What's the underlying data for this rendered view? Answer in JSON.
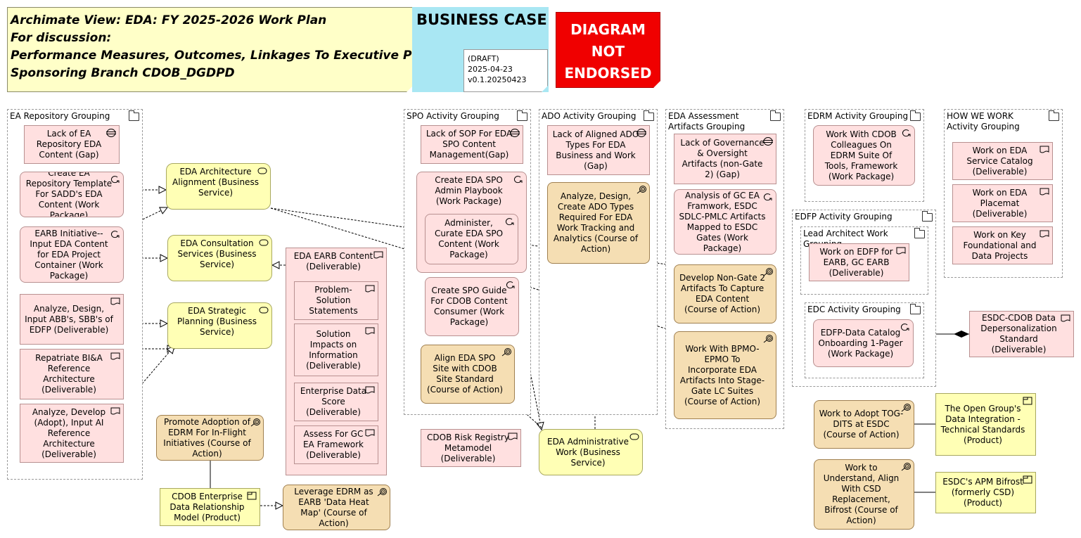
{
  "header": {
    "title_lines": [
      "Archimate View: EDA: FY 2025-2026 Work Plan",
      "For discussion:",
      "Performance Measures, Outcomes, Linkages To Executive Plans",
      "Sponsoring Branch CDOB_DGDPD"
    ],
    "business_case": "BUSINESS CASE",
    "draft_lines": [
      "(DRAFT)",
      "2025-04-23",
      "v0.1.20250423"
    ],
    "stamp_lines": [
      "DIAGRAM",
      "NOT",
      "ENDORSED"
    ]
  },
  "colors": {
    "pink": "#ffe0e0",
    "tan": "#f5deb3",
    "yellow": "#ffffb5",
    "cyan": "#a9e7f3",
    "stamp": "#f00000"
  },
  "groups": {
    "ea_repo": "EA Repository Grouping",
    "spo": "SPO Activity Grouping",
    "ado": "ADO Activity Grouping",
    "eda_assess": "EDA Assessment Artifacts Grouping",
    "edrm": "EDRM Activity Grouping",
    "how": "HOW WE WORK Activity Grouping",
    "edfp": "EDFP Activity Grouping",
    "lead": "Lead Architect Work Grouping",
    "edc": "EDC Activity Grouping"
  },
  "elements": {
    "lack_ea_repo": "Lack of EA Repository EDA Content (Gap)",
    "create_ea_template": "Create EA Repository Template For SADD's EDA Content (Work Package)",
    "earb_initiative": "EARB Initiative-- Input EDA Content for EDA Project Container (Work Package)",
    "analyze_abb": "Analyze, Design, Input ABB's, SBB's of EDFP (Deliverable)",
    "repatriate_bia": "Repatriate BI&A Reference Architecture (Deliverable)",
    "analyze_ai": "Analyze, Develop (Adopt), Input AI Reference Architecture (Deliverable)",
    "eda_arch_alignment": "EDA Architecture Alignment (Business Service)",
    "eda_consultation": "EDA Consultation Services (Business Service)",
    "eda_strategic": "EDA Strategic Planning (Business Service)",
    "eda_earb_content": "EDA EARB Content (Deliverable)",
    "problem_solution": "Problem-Solution Statements",
    "solution_impacts": "Solution Impacts on Information (Deliverable)",
    "enterprise_score": "Enterprise Data Score (Deliverable)",
    "assess_gc": "Assess For GC EA Framework (Deliverable)",
    "promote_edrm": "Promote Adoption of EDRM For In-Flight Initiatives (Course of Action)",
    "cdob_edrm_model": "CDOB Enterprise Data Relationship Model (Product)",
    "leverage_edrm": "Leverage EDRM as EARB 'Data Heat Map' (Course of Action)",
    "lack_sop": "Lack of SOP For EDA SPO Content Management(Gap)",
    "create_spo_playbook": "Create EDA SPO Admin Playbook (Work Package)",
    "administer_spo": "Administer, Curate EDA SPO Content (Work Package)",
    "create_spo_guide": "Create SPO Guide For CDOB Content Consumer (Work Package)",
    "align_spo": "Align EDA SPO Site with CDOB Site Standard (Course of Action)",
    "cdob_risk": "CDOB Risk Registry Metamodel (Deliverable)",
    "lack_ado": "Lack of Aligned ADO Types For EDA Business and Work (Gap)",
    "analyze_ado": "Analyze, Design, Create ADO Types Required For EDA Work Tracking and Analytics (Course of Action)",
    "eda_admin_work": "EDA Administrative Work (Business Service)",
    "lack_governance": "Lack of Governance & Oversight Artifacts (non-Gate 2) (Gap)",
    "analysis_gc_ea": "Analysis of GC EA Framwork, ESDC SDLC-PMLC Artifacts Mapped to ESDC Gates (Work Package)",
    "develop_non_gate2": "Develop Non-Gate 2 Artifacts To Capture EDA Content (Course of Action)",
    "work_bpmo": "Work With BPMO-EPMO To Incorporate EDA Artifacts Into Stage-Gate LC Suites (Course of Action)",
    "work_cdob_edrm": "Work With CDOB Colleagues On EDRM Suite Of Tools, Framework (Work Package)",
    "work_edfp": "Work on EDFP for EARB, GC EARB (Deliverable)",
    "edfp_data_catalog": "EDFP-Data Catalog Onboarding 1-Pager (Work Package)",
    "work_service_catalog": "Work on EDA Service Catalog (Deliverable)",
    "work_placemat": "Work on EDA Placemat (Deliverable)",
    "work_key_foundational": "Work on Key Foundational and Data Projects",
    "esdc_depersonalization": "ESDC-CDOB Data Depersonalization Standard (Deliverable)",
    "work_adopt_tog": "Work to Adopt TOG-DITS at ESDC (Course of Action)",
    "open_group": "The Open Group's Data Integration - Technical Standards (Product)",
    "work_understand_csd": "Work to Understand, Align With CSD Replacement, Bifrost (Course of Action)",
    "esdc_apm": "ESDC's APM Bifrost (formerly CSD) (Product)"
  },
  "icons": {
    "gap": "gap-icon",
    "work_package": "work-package-icon",
    "deliverable": "deliverable-icon",
    "course_of_action": "course-of-action-icon",
    "business_service": "business-service-icon",
    "product": "product-icon",
    "group": "folder-icon"
  }
}
